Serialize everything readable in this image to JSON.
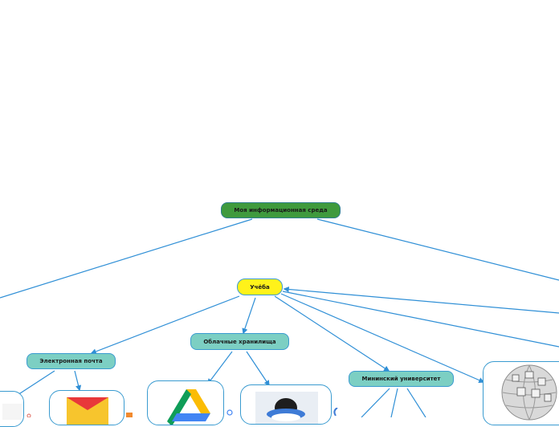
{
  "mindmap": {
    "root": {
      "label": "Моя информационная среда"
    },
    "study": {
      "label": "Учёба"
    },
    "categories": {
      "email": {
        "label": "Электронная почта"
      },
      "cloud": {
        "label": "Облачные хранилища"
      },
      "university": {
        "label": "Мининский университет"
      }
    },
    "icons": {
      "gmail": "gmail-logo-icon",
      "yandex_mail": "yandex-mail-logo-icon",
      "google_drive": "google-drive-logo-icon",
      "yandex_disk": "yandex-disk-logo-icon",
      "wikipedia": "wikipedia-globe-icon"
    }
  },
  "colors": {
    "connector": "#2f8fd6",
    "root_fill": "#3f9a3d",
    "study_fill": "#fff21a",
    "category_fill": "#7ccfc3",
    "card_border": "#3a9bd0"
  }
}
